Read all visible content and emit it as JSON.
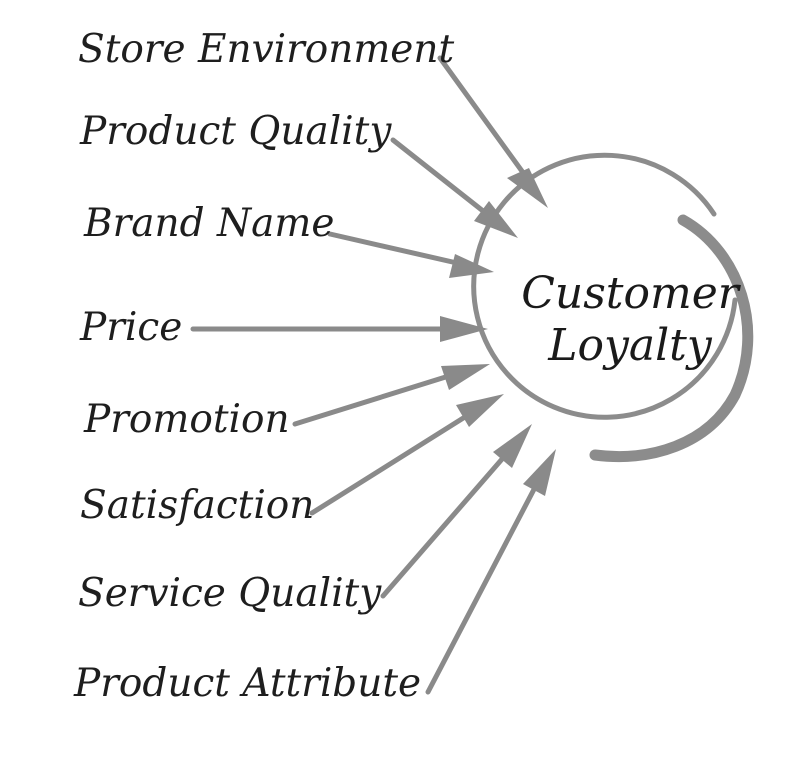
{
  "center": {
    "line1": "Customer",
    "line2": "Loyalty"
  },
  "factors": [
    {
      "label": "Store Environment"
    },
    {
      "label": "Product Quality"
    },
    {
      "label": "Brand Name"
    },
    {
      "label": "Price"
    },
    {
      "label": "Promotion"
    },
    {
      "label": "Satisfaction"
    },
    {
      "label": "Service Quality"
    },
    {
      "label": "Product Attribute"
    }
  ],
  "colors": {
    "arrow": "#8a8a8a",
    "circle": "#8c8c8c",
    "text": "#1e1e1e",
    "background": "#ffffff"
  }
}
